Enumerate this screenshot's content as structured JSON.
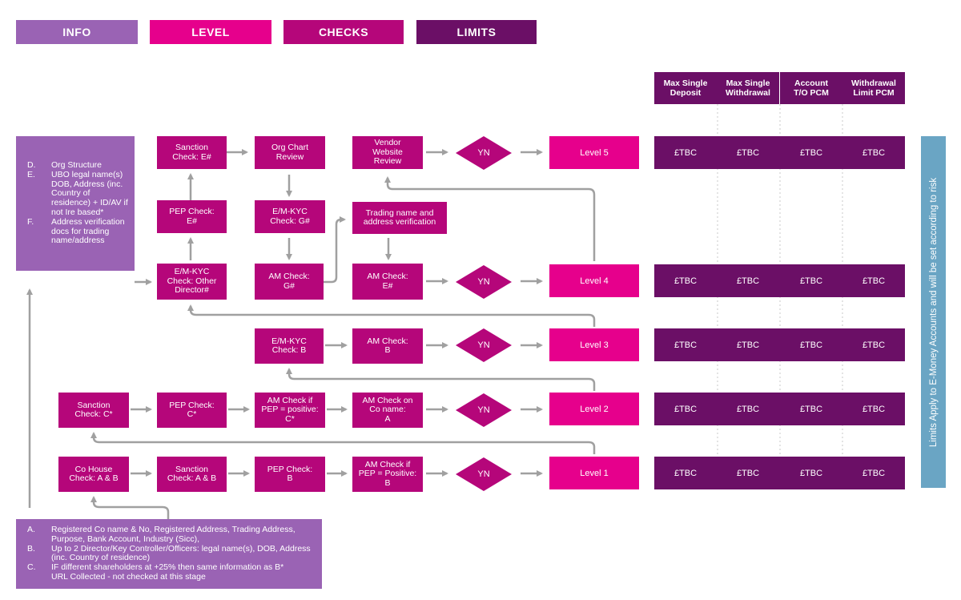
{
  "legend": {
    "info": "INFO",
    "level": "LEVEL",
    "checks": "CHECKS",
    "limits": "LIMITS"
  },
  "colors": {
    "info": "#9a63b4",
    "level": "#e6008c",
    "checks": "#b5067a",
    "limits": "#6b0f66",
    "side": "#6aa5c4",
    "arrow": "#a0a0a0"
  },
  "limit_headers": [
    "Max Single\nDeposit",
    "Max Single\nWithdrawal",
    "Account\nT/O PCM",
    "Withdrawal\nLimit PCM"
  ],
  "limit_value": "£TBC",
  "decision": "YN",
  "levels": {
    "l1": "Level 1",
    "l2": "Level 2",
    "l3": "Level 3",
    "l4": "Level 4",
    "l5": "Level 5"
  },
  "checks": {
    "sanction_e": "Sanction\nCheck: E#",
    "org_chart": "Org Chart\nReview",
    "vendor_web": "Vendor\nWebsite\nReview",
    "pep_e": "PEP Check:\nE#",
    "emkyc_g": "E/M-KYC\nCheck: G#",
    "trading_verif": "Trading name and\naddress verification",
    "emkyc_other": "E/M-KYC\nCheck: Other\nDirector#",
    "am_g": "AM Check:\nG#",
    "am_e": "AM Check:\nE#",
    "emkyc_b": "E/M-KYC\nCheck: B",
    "am_b": "AM Check:\nB",
    "sanction_c": "Sanction\nCheck: C*",
    "pep_c": "PEP Check:\nC*",
    "am_if_c": "AM Check if\nPEP = positive:\nC*",
    "am_co": "AM Check on\nCo name:\nA",
    "cohouse": "Co House\nCheck: A & B",
    "sanction_ab": "Sanction\nCheck: A & B",
    "pep_b": "PEP Check:\nB",
    "am_if_b": "AM Check if\nPEP = Positive:\nB"
  },
  "info_top": [
    {
      "l": "D.",
      "t": "Org Structure"
    },
    {
      "l": "E.",
      "t": "UBO legal name(s) DOB, Address (inc. Country of residence) + ID/AV if not Ire based*"
    },
    {
      "l": "F.",
      "t": "Address verification docs for trading name/address"
    }
  ],
  "info_bottom": [
    {
      "l": "A.",
      "t": "Registered Co name & No, Registered Address, Trading Address, Purpose, Bank Account, Industry (Sicc),"
    },
    {
      "l": "B.",
      "t": "Up to 2 Director/Key Controller/Officers: legal name(s), DOB, Address (inc. Country of residence)"
    },
    {
      "l": "C.",
      "t": "IF different shareholders at +25% then same information as B*"
    },
    {
      "l": "",
      "t": "URL Collected - not checked at this stage"
    }
  ],
  "side_text": "Limits Apply to E-Money Accounts and will be set according to risk"
}
